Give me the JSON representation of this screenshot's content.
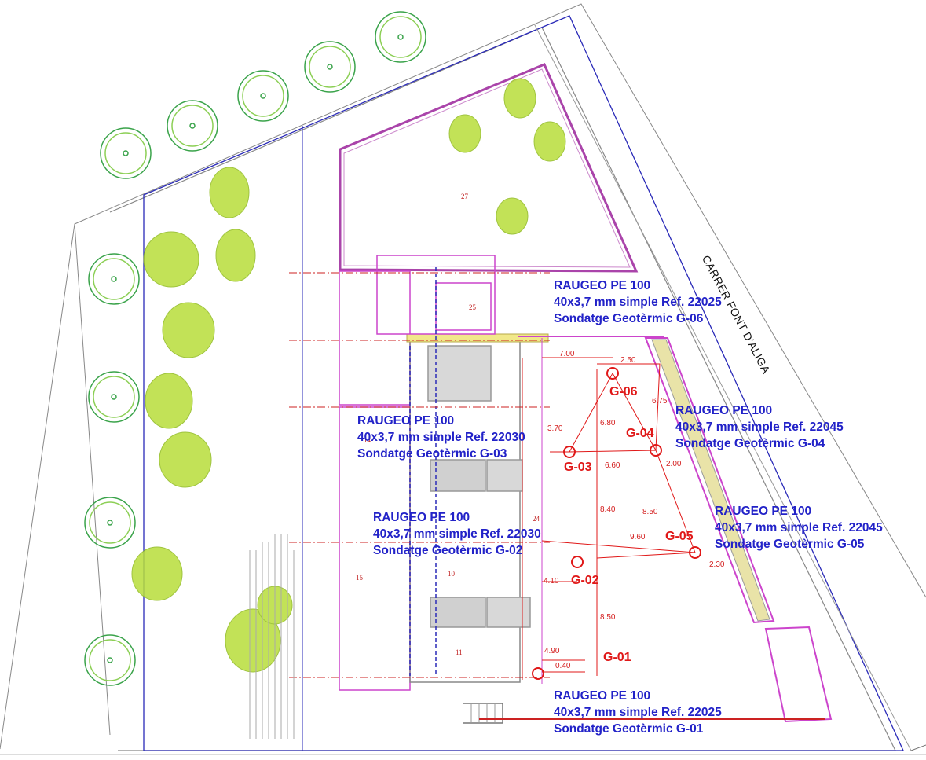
{
  "street_name": "CARRER FONT D'ALIGA",
  "colors": {
    "annotation": "#2222c8",
    "borehole": "#e01818",
    "boundary": "#2a2ab8",
    "hatch": "#cc44cc",
    "tree": "#99cc22"
  },
  "annotations": [
    {
      "id": "G-06",
      "line1": "RAUGEO PE 100",
      "line2": "40x3,7 mm simple Ref. 22025",
      "line3": "Sondatge Geotèrmic G-06"
    },
    {
      "id": "G-04",
      "line1": "RAUGEO PE 100",
      "line2": "40x3,7 mm simple Ref. 22045",
      "line3": "Sondatge Geotèrmic G-04"
    },
    {
      "id": "G-03",
      "line1": "RAUGEO PE 100",
      "line2": "40x3,7 mm simple Ref. 22030",
      "line3": "Sondatge Geotèrmic G-03"
    },
    {
      "id": "G-05",
      "line1": "RAUGEO PE 100",
      "line2": "40x3,7 mm simple Ref. 22045",
      "line3": "Sondatge Geotèrmic G-05"
    },
    {
      "id": "G-02",
      "line1": "RAUGEO PE 100",
      "line2": "40x3,7 mm simple Ref. 22030",
      "line3": "Sondatge Geotèrmic G-02"
    },
    {
      "id": "G-01",
      "line1": "RAUGEO PE 100",
      "line2": "40x3,7 mm simple Ref. 22025",
      "line3": "Sondatge Geotèrmic G-01"
    }
  ],
  "boreholes": [
    "G-06",
    "G-04",
    "G-03",
    "G-05",
    "G-02",
    "G-01"
  ],
  "dimensions": [
    "7.00",
    "2.50",
    "6.75",
    "6.80",
    "3.70",
    "6.60",
    "2.00",
    "8.40",
    "8.50",
    "9.60",
    "2.30",
    "4.10",
    "8.50",
    "4.90",
    "0.40"
  ],
  "rooms": [
    "27",
    "25",
    "24",
    "15",
    "10",
    "11",
    "14"
  ]
}
